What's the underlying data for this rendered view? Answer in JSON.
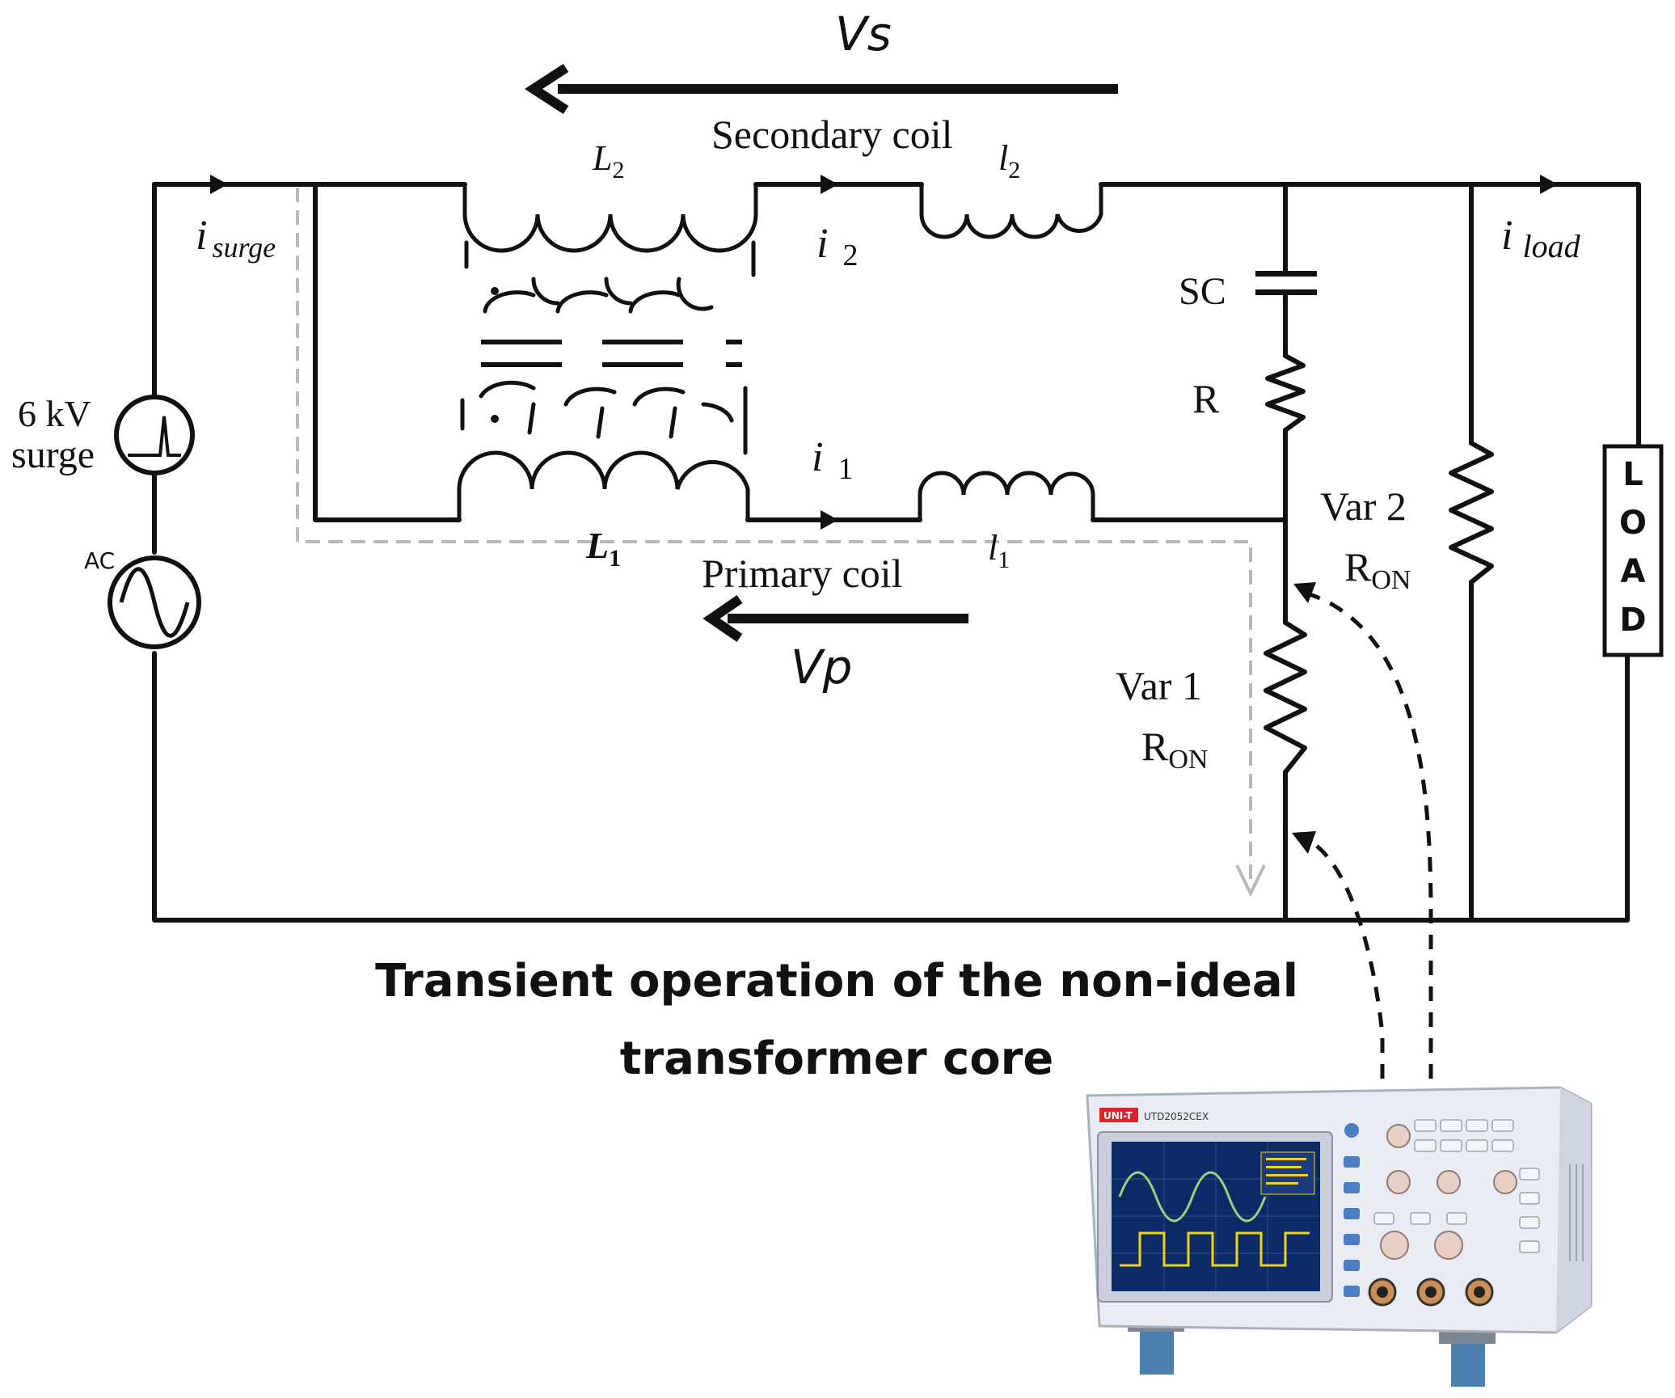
{
  "diagram": {
    "labels": {
      "vs": "Vs",
      "vp": "Vp",
      "secondary_coil": "Secondary coil",
      "primary_coil": "Primary coil",
      "L2": "L",
      "L2_sub": "2",
      "l2": "l",
      "l2_sub": "2",
      "L1": "L",
      "L1_sub": "1",
      "l1": "l",
      "l1_sub": "1",
      "i_surge": "i",
      "i_surge_sub": "surge",
      "i2": "i",
      "i2_sub": "2",
      "i1": "i",
      "i1_sub": "1",
      "i_load": "i",
      "i_load_sub": "load",
      "sc": "SC",
      "r": "R",
      "var2": "Var 2",
      "var1": "Var 1",
      "ron_main": "R",
      "ron_sub": "ON",
      "surge_line1": "6 kV",
      "surge_line2": "surge",
      "ac": "AC",
      "load_letters": [
        "L",
        "O",
        "A",
        "D"
      ]
    },
    "caption": {
      "line1": "Transient operation of the non-ideal",
      "line2": "transformer core"
    },
    "oscilloscope": {
      "brand": "UNI-T",
      "model": "UTD2052CEX"
    },
    "colors": {
      "wire": "#111111",
      "surge_path": "#b9b9b9",
      "scope_body": "#e9ecf2",
      "scope_screen": "#0b2a66",
      "trace_sine": "#9bd27a",
      "trace_square": "#f2d21a",
      "button_blue": "#4a7fc4"
    }
  }
}
